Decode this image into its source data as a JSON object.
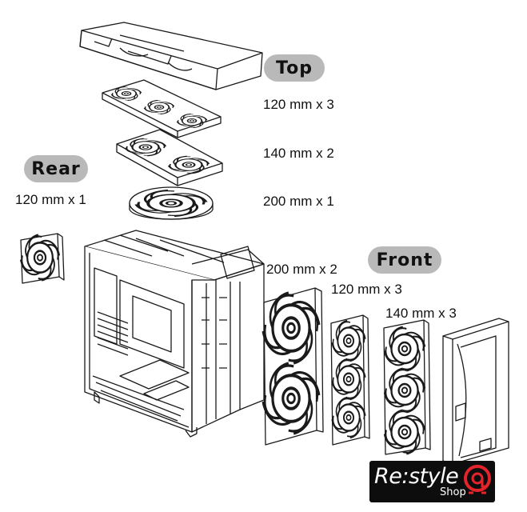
{
  "labels": {
    "top_heading": "Top",
    "rear_heading": "Rear",
    "front_heading": "Front",
    "top_120": "120 mm x 3",
    "top_140": "140 mm x 2",
    "top_200": "200 mm x 1",
    "rear_120": "120 mm x 1",
    "front_200": "200 mm x 2",
    "front_120": "120 mm x 3",
    "front_140": "140 mm x 3"
  },
  "logo": {
    "brand": "Re:style",
    "sub": "Shop"
  },
  "colors": {
    "pill": "#b9b9b9",
    "line": "#1a1a1a",
    "logo_bg": "#0d0d0d",
    "logo_accent": "#e5232b"
  }
}
